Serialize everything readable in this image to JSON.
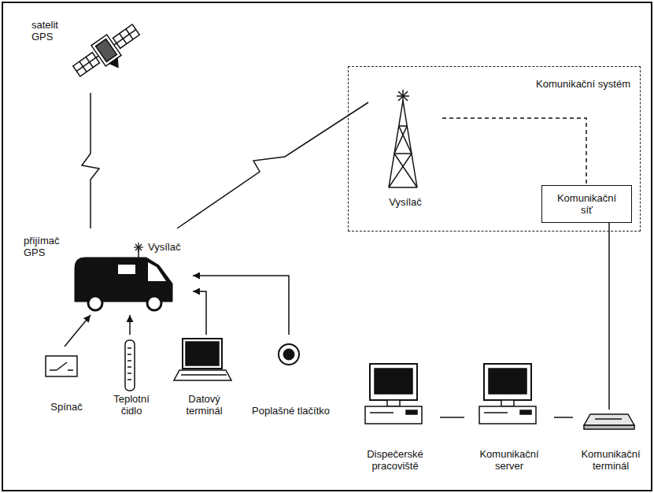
{
  "diagram": {
    "nodes": [
      {
        "text": [
          "satelit GPS"
        ]
      },
      {
        "text": [
          "Komunikační systém"
        ]
      },
      {
        "text": [
          "Vysílač"
        ],
        "in": 1
      },
      {
        "text": [
          "Komunikační síť"
        ],
        "in": 1
      },
      {
        "text": [
          "přijímač GPS",
          "Vysílač"
        ]
      },
      {
        "text": [
          "Spínač"
        ]
      },
      {
        "text": [
          "Teplotní čidlo"
        ]
      },
      {
        "text": [
          "Datový terminál"
        ]
      },
      {
        "text": [
          "Poplašné tlačítko"
        ]
      },
      {
        "text": [
          "Dispečerské pracoviště"
        ]
      },
      {
        "text": [
          "Komunikační server"
        ]
      },
      {
        "text": [
          "Komunikační terminál"
        ]
      }
    ],
    "edges": [
      {
        "from": 0,
        "to": 4,
        "arrow": "none"
      },
      {
        "from": 4,
        "to": 2,
        "arrow": "none"
      },
      {
        "from": 2,
        "to": 3,
        "arrow": "none"
      },
      {
        "from": 3,
        "to": 11,
        "arrow": "none"
      },
      {
        "from": 5,
        "to": 4,
        "arrow": "to"
      },
      {
        "from": 6,
        "to": 4,
        "arrow": "to"
      },
      {
        "from": 7,
        "to": 4,
        "arrow": "to"
      },
      {
        "from": 8,
        "to": 4,
        "arrow": "to"
      },
      {
        "from": 9,
        "to": 10,
        "arrow": "none"
      },
      {
        "from": 10,
        "to": 11,
        "arrow": "none"
      }
    ]
  }
}
